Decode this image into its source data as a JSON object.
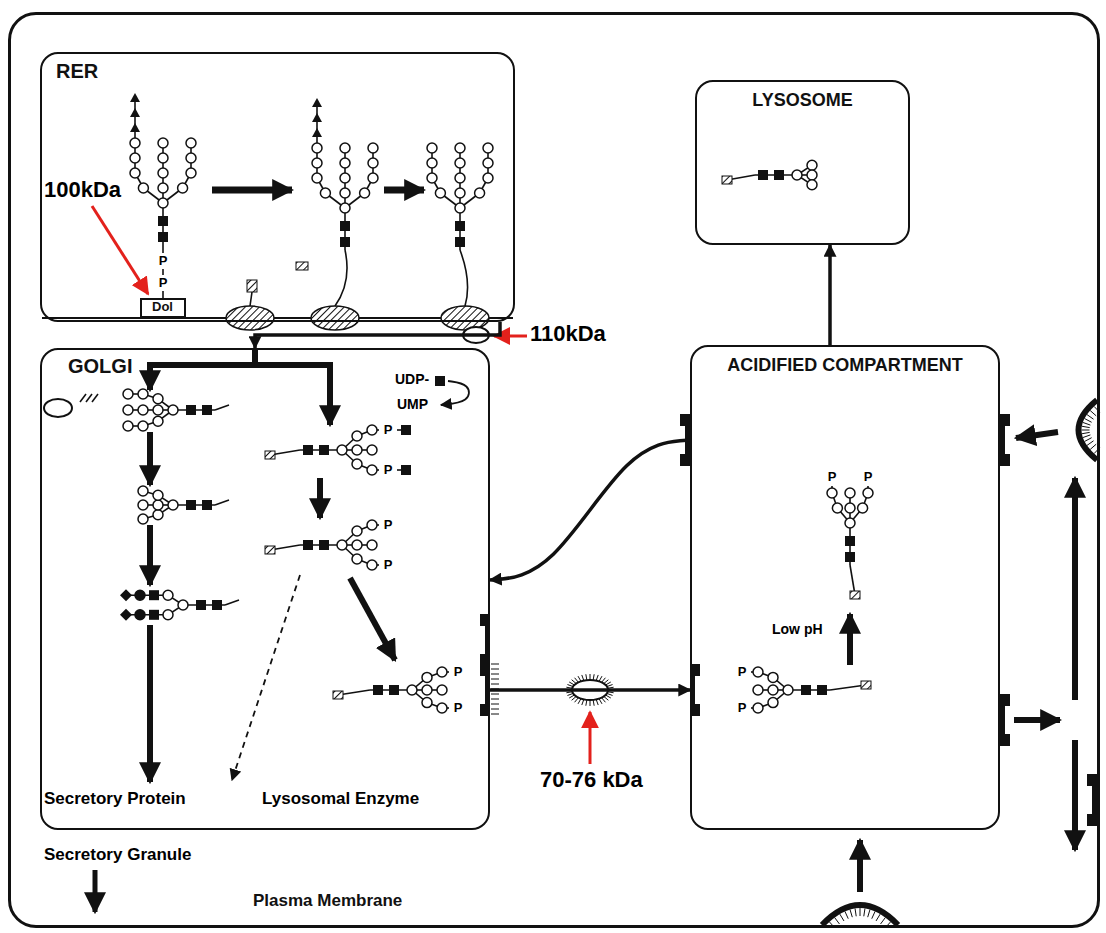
{
  "diagram": {
    "nodes": [
      {
        "text": [
          "Plasma Membrane"
        ]
      },
      {
        "text": [
          "RER"
        ],
        "in": 0
      },
      {
        "text": [
          "Dol"
        ],
        "in": 1
      },
      {
        "text": [
          "GOLGI"
        ],
        "in": 0
      },
      {
        "text": [
          "LYSOSOME"
        ],
        "in": 0
      },
      {
        "text": [
          "ACIDIFIED COMPARTMENT"
        ],
        "in": 0
      }
    ],
    "edges": [
      {
        "from": 1,
        "to": 3,
        "arrow": "to"
      },
      {
        "from": 3,
        "to": 5,
        "arrow": "to"
      },
      {
        "from": 5,
        "to": 4,
        "arrow": "to"
      },
      {
        "from": 5,
        "to": 3,
        "arrow": "to"
      }
    ],
    "labels": [
      "100kDa",
      "P",
      "P",
      "110kDa",
      "UDP-",
      "UMP",
      "P",
      "P",
      "P",
      "P",
      "P",
      "P",
      "Secretory Protein",
      "Lysosomal Enzyme",
      "Secretory Granule",
      "70-76 kDa",
      "P",
      "P",
      "Low pH",
      "P",
      "P"
    ]
  }
}
